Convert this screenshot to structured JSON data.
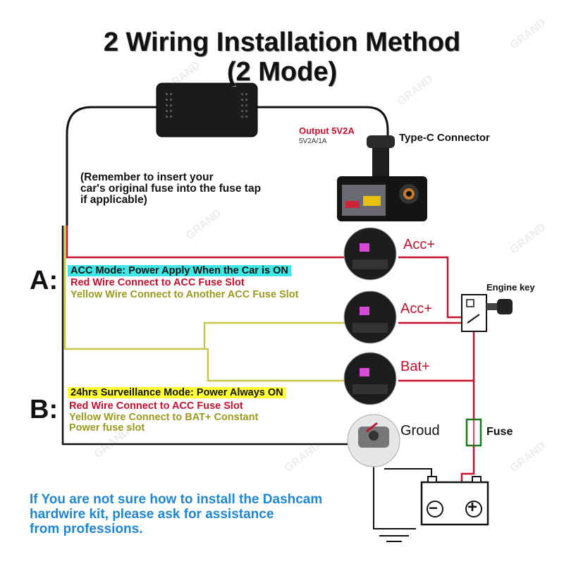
{
  "title": {
    "line1": "2 Wiring Installation Method",
    "line2": "(2 Mode)"
  },
  "output": {
    "label": "Output 5V2A",
    "sub": "5V2A/1A"
  },
  "connector_label": "Type-C Connector",
  "reminder": {
    "line1": "(Remember to insert your",
    "line2": "car's original fuse into the fuse tap",
    "line3": "if applicable)"
  },
  "mode_a": {
    "letter": "A:",
    "heading": "ACC Mode: Power Apply When the Car is ON",
    "red_line": "Red Wire Connect to ACC Fuse Slot",
    "yellow_line": "Yellow Wire Connect to Another ACC Fuse Slot"
  },
  "mode_b": {
    "letter": "B:",
    "heading": "24hrs Surveillance Mode: Power Always ON",
    "red_line": "Red Wire Connect to ACC Fuse Slot",
    "yellow_line1": "Yellow Wire Connect to BAT+ Constant",
    "yellow_line2": "Power fuse slot"
  },
  "labels": {
    "acc1": "Acc+",
    "acc2": "Acc+",
    "bat": "Bat+",
    "ground": "Groud",
    "fuse": "Fuse",
    "engine_key": "Engine key"
  },
  "battery": {
    "minus": "−",
    "plus": "+"
  },
  "footer": {
    "line1": "If You are not sure how to install the Dashcam",
    "line2": "hardwire kit, please ask for assistance",
    "line3": "from professions."
  },
  "watermark": "GRAND",
  "colors": {
    "red_wire": "#c8102e",
    "yellow_wire": "#c8c84a",
    "black_wire": "#111111",
    "highlight_cyan": "#3ee6e6",
    "highlight_yellow": "#ffff33",
    "footer_blue": "#1f86d1"
  }
}
